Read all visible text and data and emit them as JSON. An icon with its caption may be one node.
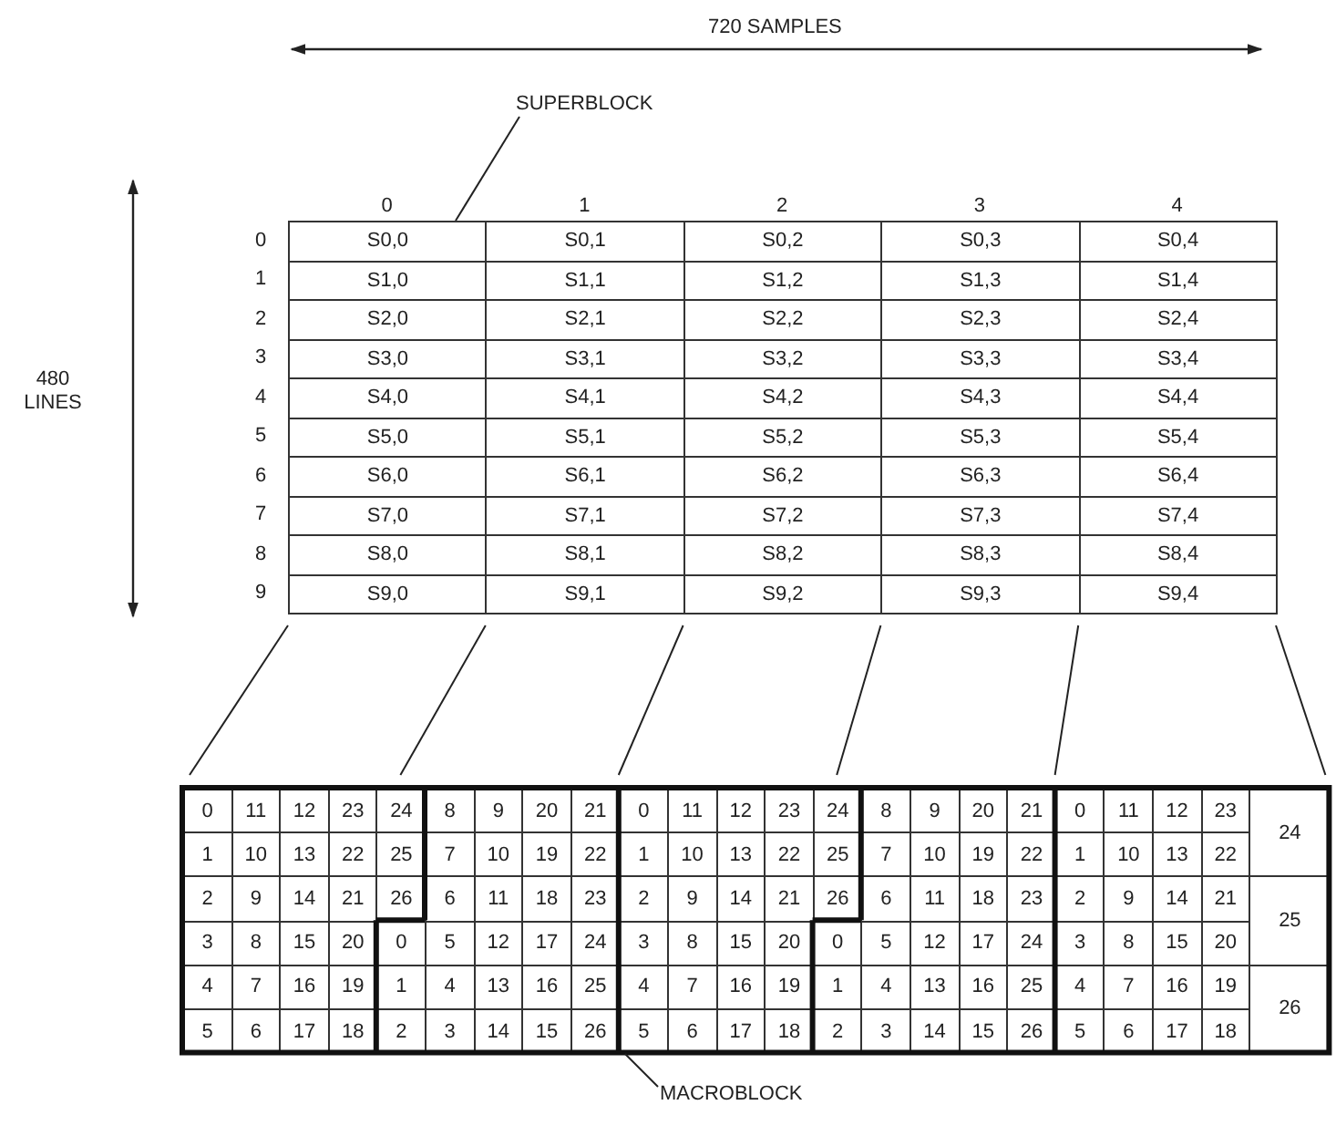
{
  "diagram": {
    "nodes": [
      {
        "text": [
          "SUPERBLOCK"
        ]
      },
      {
        "text": [
          "MACROBLOCK"
        ]
      },
      {
        "text": [
          "S0,0"
        ]
      },
      {
        "text": [
          "5"
        ]
      }
    ],
    "edges": [
      {
        "from": 0,
        "to": 2,
        "arrow": "none"
      },
      {
        "from": 1,
        "to": 3,
        "arrow": "none"
      }
    ],
    "labels": [
      "720 SAMPLES",
      "480 LINES",
      "0",
      "1",
      "2",
      "3",
      "4",
      "0",
      "S0,1",
      "S0,2",
      "S0,3",
      "S0,4",
      "1",
      "S1,0",
      "S1,1",
      "S1,2",
      "S1,3",
      "S1,4",
      "2",
      "S2,0",
      "S2,1",
      "S2,2",
      "S2,3",
      "S2,4",
      "3",
      "S3,0",
      "S3,1",
      "S3,2",
      "S3,3",
      "S3,4",
      "4",
      "S4,0",
      "S4,1",
      "S4,2",
      "S4,3",
      "S4,4",
      "5",
      "S5,0",
      "S5,1",
      "S5,2",
      "S5,3",
      "S5,4",
      "6",
      "S6,0",
      "S6,1",
      "S6,2",
      "S6,3",
      "S6,4",
      "7",
      "S7,0",
      "S7,1",
      "S7,2",
      "S7,3",
      "S7,4",
      "8",
      "S8,0",
      "S8,1",
      "S8,2",
      "S8,3",
      "S8,4",
      "9",
      "S9,0",
      "S9,1",
      "S9,2",
      "S9,3",
      "S9,4",
      "0",
      "11",
      "12",
      "23",
      "24",
      "8",
      "9",
      "20",
      "21",
      "0",
      "11",
      "12",
      "23",
      "24",
      "8",
      "9",
      "20",
      "21",
      "0",
      "11",
      "12",
      "23",
      "24",
      "1",
      "10",
      "13",
      "22",
      "25",
      "7",
      "10",
      "19",
      "22",
      "1",
      "10",
      "13",
      "22",
      "25",
      "7",
      "10",
      "19",
      "22",
      "1",
      "10",
      "13",
      "22",
      "2",
      "9",
      "14",
      "21",
      "26",
      "6",
      "11",
      "18",
      "23",
      "2",
      "9",
      "14",
      "21",
      "26",
      "6",
      "11",
      "18",
      "23",
      "2",
      "9",
      "14",
      "21",
      "25",
      "3",
      "8",
      "15",
      "20",
      "0",
      "5",
      "12",
      "17",
      "24",
      "3",
      "8",
      "15",
      "20",
      "0",
      "5",
      "12",
      "17",
      "24",
      "3",
      "8",
      "15",
      "20",
      "4",
      "7",
      "16",
      "19",
      "1",
      "4",
      "13",
      "16",
      "25",
      "4",
      "7",
      "16",
      "19",
      "1",
      "4",
      "13",
      "16",
      "25",
      "4",
      "7",
      "16",
      "19",
      "26",
      "5",
      "6",
      "17",
      "18",
      "2",
      "3",
      "14",
      "15",
      "26",
      "6",
      "17",
      "18",
      "2",
      "3",
      "14",
      "15",
      "26",
      "5",
      "6",
      "17",
      "18"
    ]
  }
}
